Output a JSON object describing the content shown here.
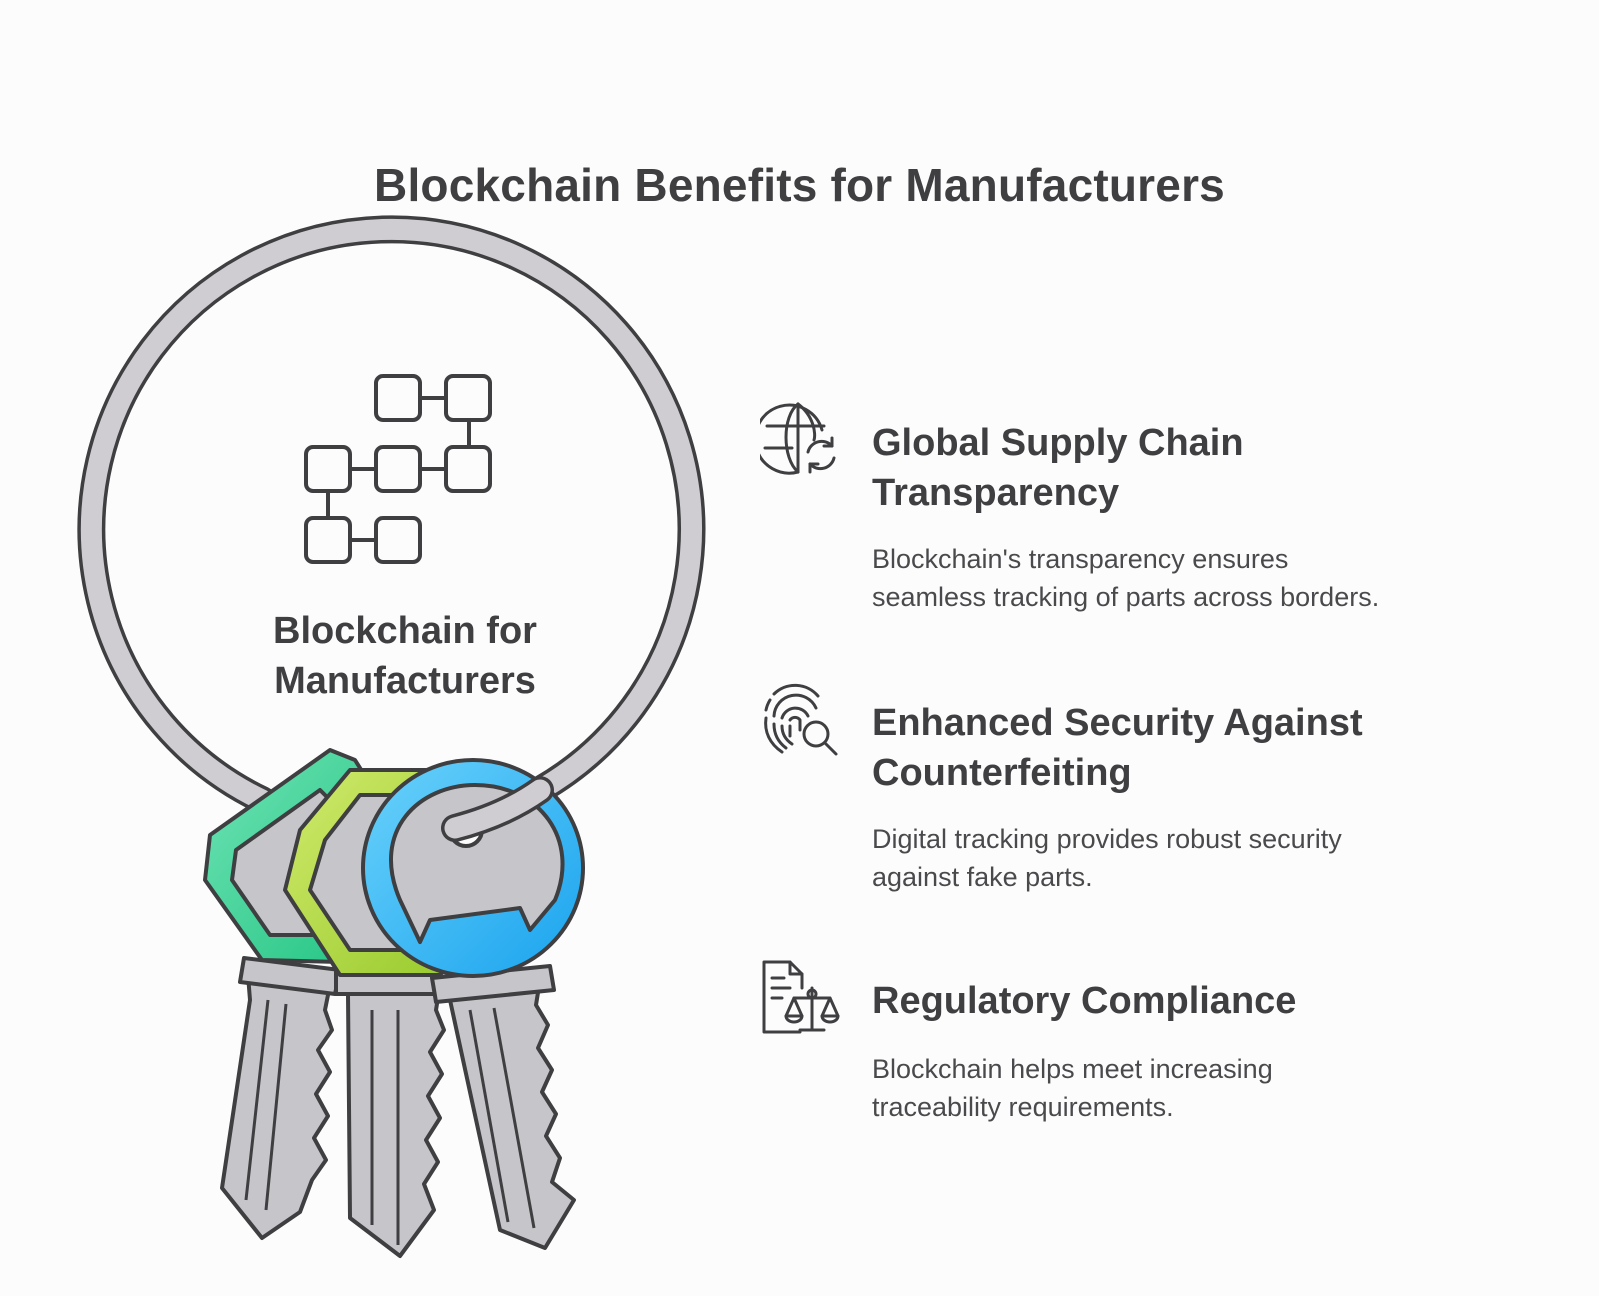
{
  "title": "Blockchain Benefits for Manufacturers",
  "center": {
    "label_line1": "Blockchain for",
    "label_line2": "Manufacturers",
    "icon": "blockchain-network-icon"
  },
  "benefits": [
    {
      "icon": "globe-sync-icon",
      "title_line1": "Global Supply Chain",
      "title_line2": "Transparency",
      "desc_line1": "Blockchain's transparency ensures",
      "desc_line2": "seamless tracking of parts across borders."
    },
    {
      "icon": "fingerprint-search-icon",
      "title_line1": "Enhanced Security Against",
      "title_line2": "Counterfeiting",
      "desc_line1": "Digital tracking provides robust security",
      "desc_line2": "against fake parts."
    },
    {
      "icon": "document-scales-icon",
      "title_line1": "Regulatory Compliance",
      "title_line2": "",
      "desc_line1": "Blockchain helps meet increasing",
      "desc_line2": "traceability requirements."
    }
  ],
  "colors": {
    "ink": "#3f3f42",
    "ring": "#c9c8cc",
    "key_metal": "#c6c5c9",
    "tag_green": "#2fd08c",
    "tag_lime": "#a8d63b",
    "tag_blue": "#2fb6f2"
  }
}
